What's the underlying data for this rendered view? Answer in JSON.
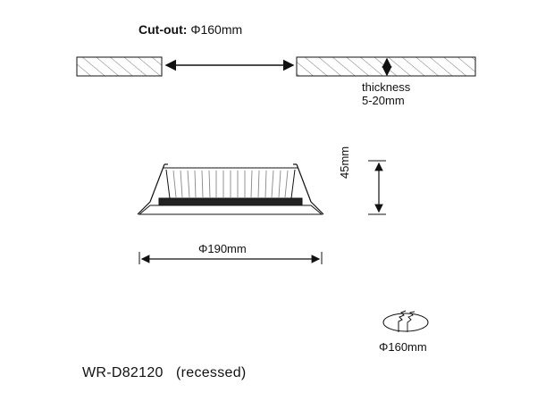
{
  "cutout": {
    "label": "Cut-out:",
    "value": "Φ160mm"
  },
  "ceiling": {
    "thickness_label": "thickness",
    "thickness_value": "5-20mm"
  },
  "fixture": {
    "height": "45mm",
    "diameter": "Φ190mm"
  },
  "hole_icon": {
    "label": "Φ160mm",
    "icon": "saw-cut-icon"
  },
  "model": {
    "code": "WR-D82120",
    "note": "(recessed)"
  },
  "colors": {
    "line": "#111111",
    "hatch": "#333333",
    "fin": "#999999"
  }
}
